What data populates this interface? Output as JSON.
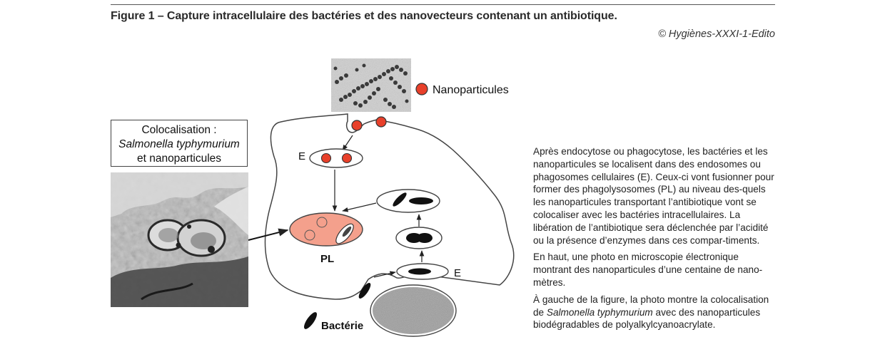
{
  "figure": {
    "title": "Figure 1 – Capture intracellulaire des bactéries et des nanovecteurs contenant un antibiotique.",
    "credit": "© Hygiènes-XXXI-1-Edito"
  },
  "inset": {
    "heading": "Colocalisation :",
    "species": "Salmonella typhymurium",
    "rest": "et nanoparticules"
  },
  "diagram": {
    "legend_nanoparticles": "Nanoparticules",
    "legend_bacteria": "Bactérie",
    "label_endosome_top": "E",
    "label_endosome_bottom": "E",
    "label_phagolysosome": "PL"
  },
  "colors": {
    "nanoparticle": "#e8402a",
    "phagolysosome": "#f4a08c",
    "outline": "#444444"
  },
  "description": {
    "p1": "Après endocytose ou phagocytose, les bactéries et les nanoparticules se localisent dans des endosomes ou phagosomes cellulaires (E). Ceux-ci vont fusionner pour former des phagolysosomes (PL) au niveau des-quels les nanoparticules transportant l’antibiotique vont se colocaliser avec les bactéries intracellulaires. La libération de l’antibiotique sera déclenchée par l’acidité ou la présence d’enzymes dans ces compar-timents.",
    "p2": "En haut, une photo en microscopie électronique montrant des nanoparticules d’une centaine de nano-mètres.",
    "p3_before": "À gauche de la figure, la photo montre la colocalisation de ",
    "p3_species": "Salmonella typhymurium",
    "p3_after": " avec des nanoparticules biodégradables de polyalkylcyanoacrylate."
  }
}
